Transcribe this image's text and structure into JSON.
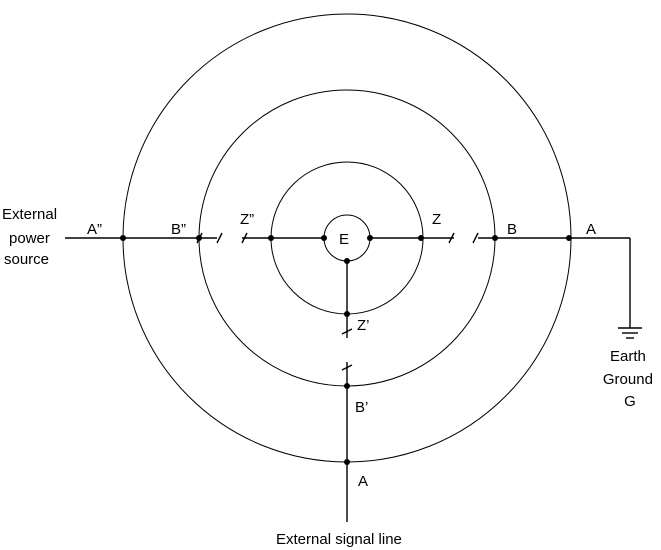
{
  "labels": {
    "ext_power": [
      "External",
      "power",
      "source"
    ],
    "a_left": "A”",
    "b_left": "B”",
    "z_left": "Z”",
    "center": "E",
    "z_right": "Z",
    "b_right": "B",
    "a_right": "A",
    "z_bottom": "Z’",
    "b_bottom": "B’",
    "a_bottom": "A",
    "earth": [
      "Earth",
      "Ground",
      "G"
    ],
    "ext_signal": "External signal line"
  },
  "colors": {
    "line": "#000000",
    "background": "#ffffff"
  },
  "icons": {
    "ground": "ground-symbol-icon"
  }
}
